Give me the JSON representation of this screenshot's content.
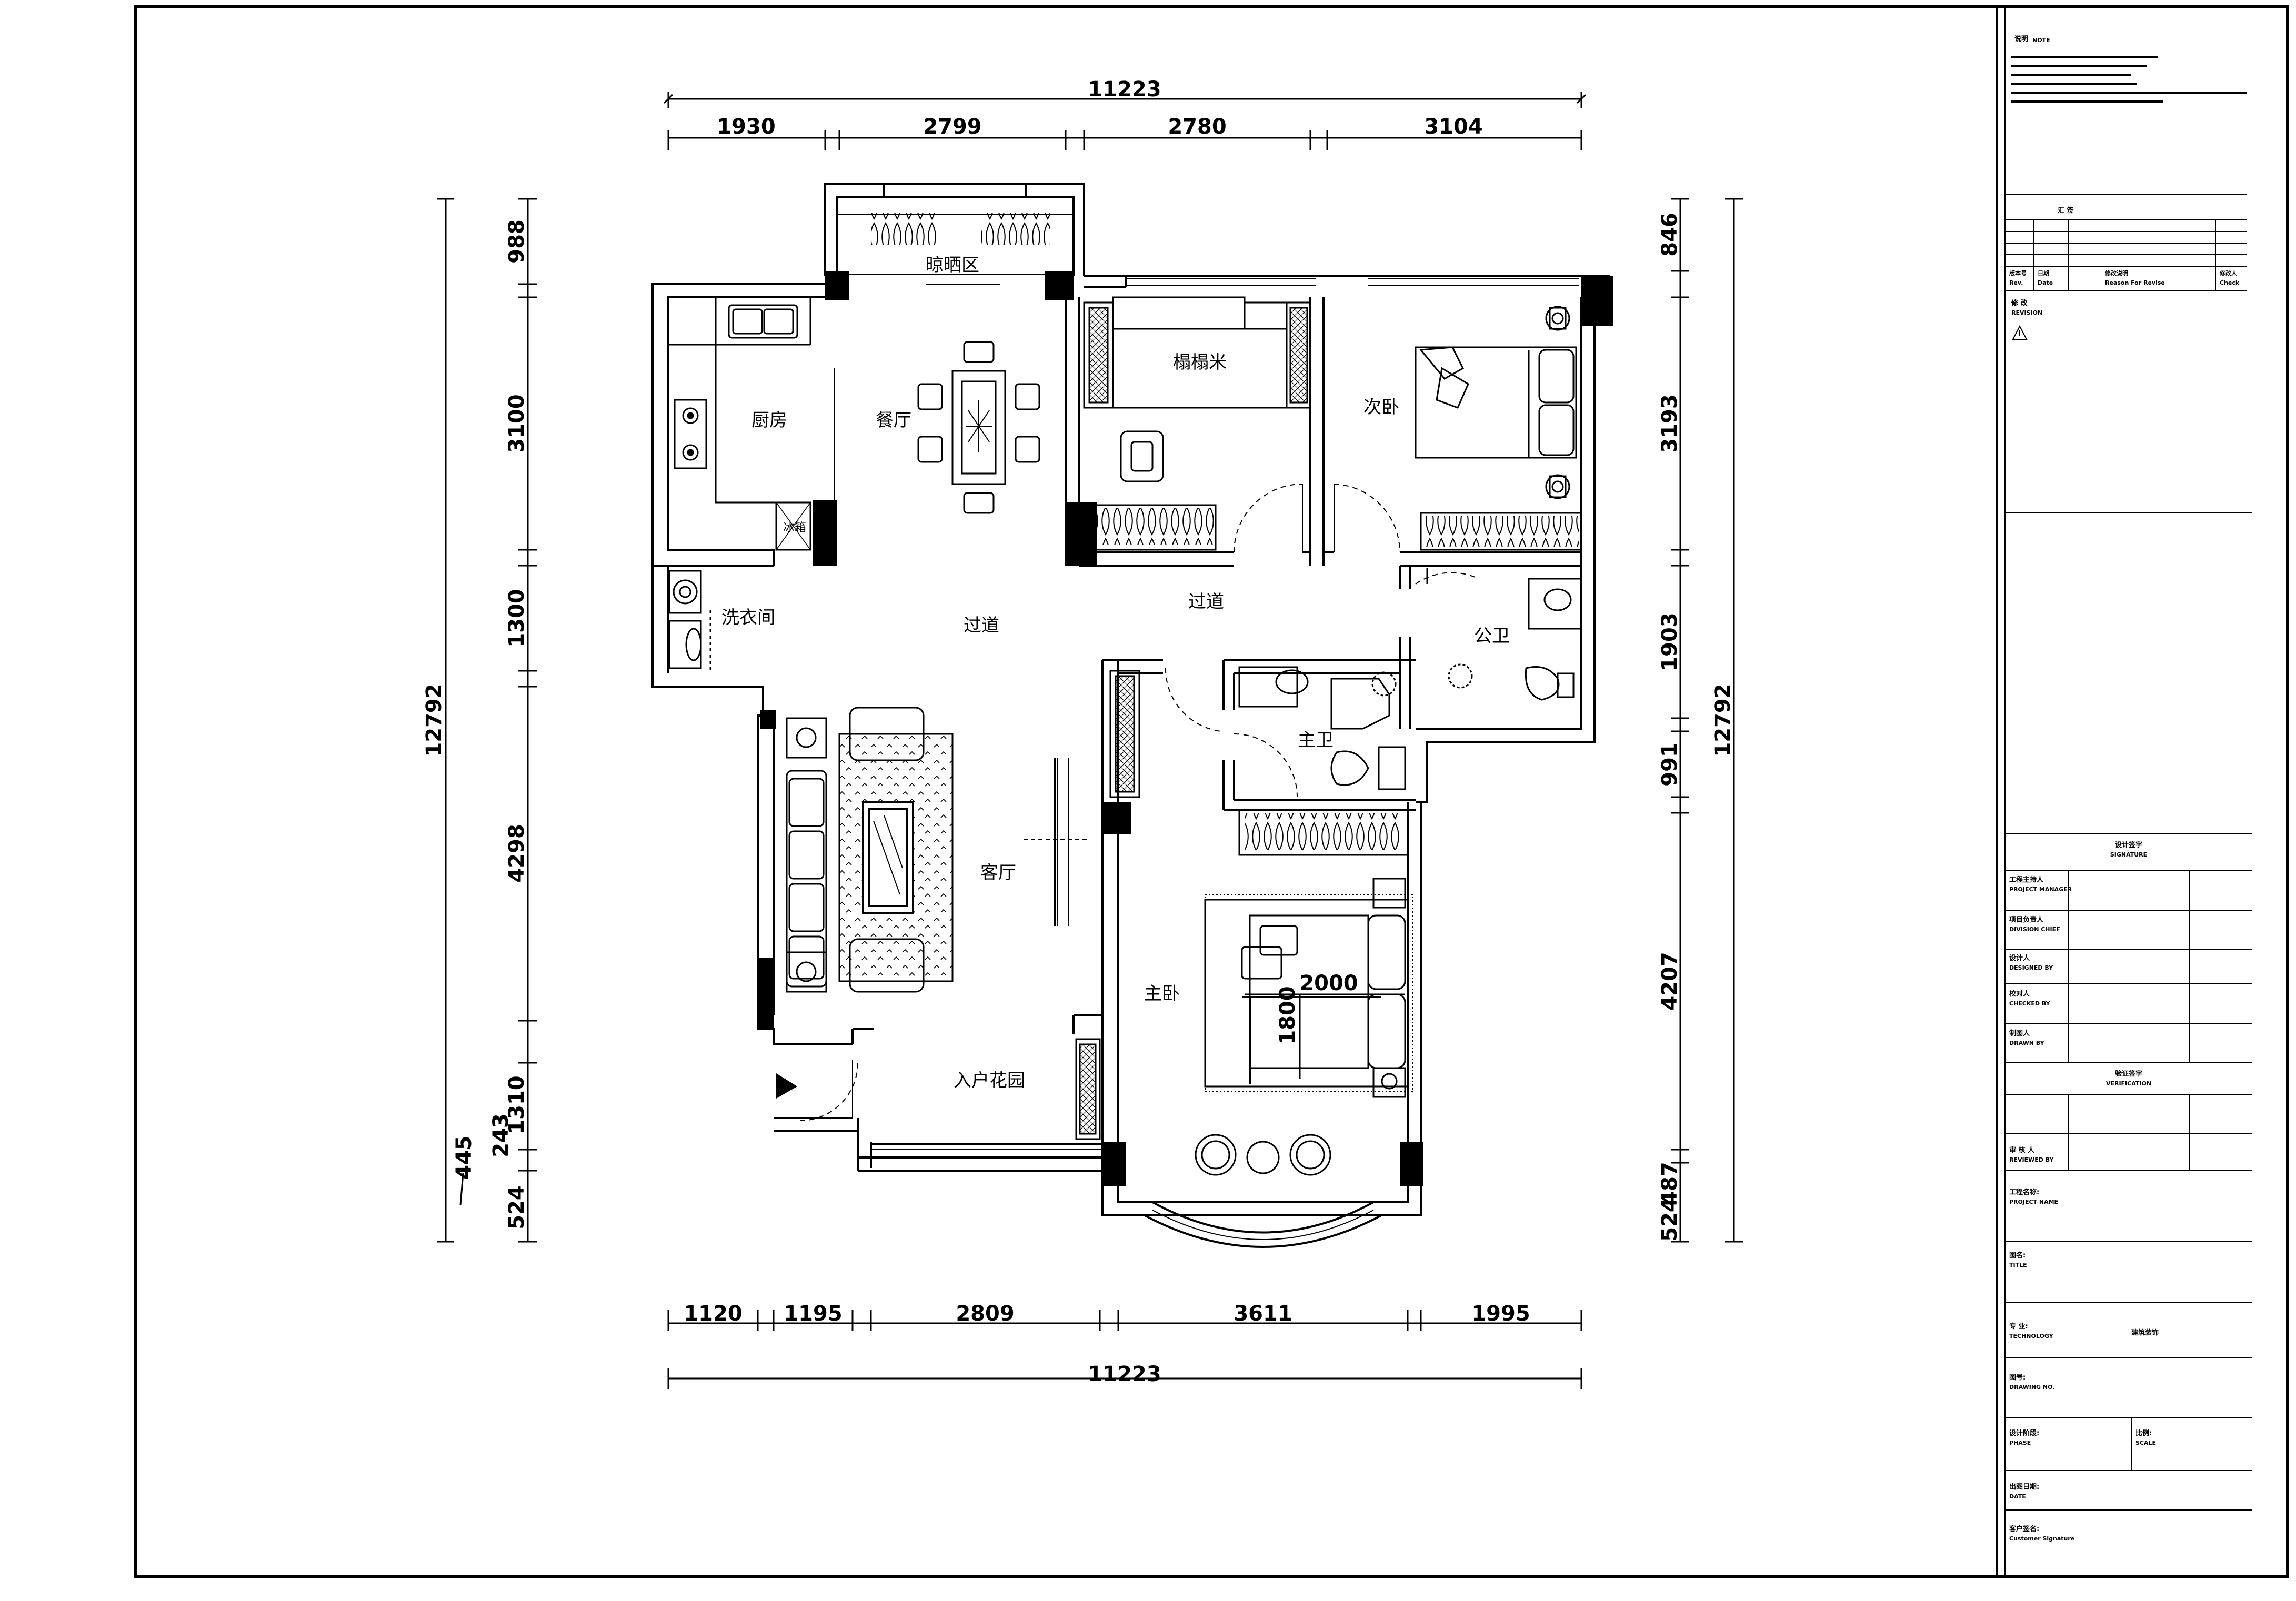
{
  "dimensions": {
    "top_total": "11223",
    "top_segments": [
      "1930",
      "2799",
      "2780",
      "3104"
    ],
    "bottom_segments": [
      "1120",
      "1195",
      "2809",
      "3611",
      "1995"
    ],
    "bottom_total": "11223",
    "left_total": "12792",
    "left_segments": [
      "988",
      "3100",
      "1300",
      "4298",
      "1310",
      "243",
      "445",
      "524"
    ],
    "right_total": "12792",
    "right_segments": [
      "846",
      "3193",
      "1903",
      "991",
      "4207",
      "487",
      "524"
    ],
    "bed_width": "2000",
    "bed_length": "1800"
  },
  "rooms": {
    "drying_area": "晾晒区",
    "kitchen": "厨房",
    "dining": "餐厅",
    "tatami": "榻榻米",
    "second_bedroom": "次卧",
    "laundry": "洗衣间",
    "corridor_left": "过道",
    "corridor_right": "过道",
    "public_bath": "公卫",
    "master_bath": "主卫",
    "living_room": "客厅",
    "master_bedroom": "主卧",
    "entry_garden": "入户花园"
  },
  "title_block": {
    "notes_heading": "说明",
    "notes_heading_en": "NOTE",
    "summary": "汇 签",
    "rev_cols": [
      "版本号",
      "日期",
      "修改说明",
      "修改人"
    ],
    "rev_cols_en": [
      "Rev.",
      "Date",
      "Reason For Revise",
      "Check"
    ],
    "revision": "修 改",
    "revision_en": "REVISION",
    "design_sign": "设计签字",
    "design_sign_en": "SIGNATURE",
    "sign_rows": [
      {
        "label": "工程主持人",
        "en": "PROJECT MANAGER"
      },
      {
        "label": "项目负责人",
        "en": "DIVISION CHIEF"
      },
      {
        "label": "设计人",
        "en": "DESIGNED BY"
      },
      {
        "label": "校对人",
        "en": "CHECKED BY"
      },
      {
        "label": "制图人",
        "en": "DRAWN BY"
      }
    ],
    "verify_sign": "验证签字",
    "verify_sign_en": "VERIFICATION",
    "reviewer": "审 核 人",
    "reviewer_en": "REVIEWED BY",
    "project_name": "工程名称:",
    "project_name_en": "PROJECT NAME",
    "drawing_name": "图名:",
    "drawing_name_en": "TITLE",
    "discipline": "专    业:",
    "discipline_en": "TECHNOLOGY",
    "discipline_value": "建筑装饰",
    "drawing_no": "图号:",
    "drawing_no_en": "DRAWING NO.",
    "stage": "设计阶段:",
    "stage_en": "PHASE",
    "scale": "比例:",
    "scale_en": "SCALE",
    "date": "出图日期:",
    "date_en": "DATE",
    "client": "客户签名:",
    "client_en": "Customer Signature"
  }
}
